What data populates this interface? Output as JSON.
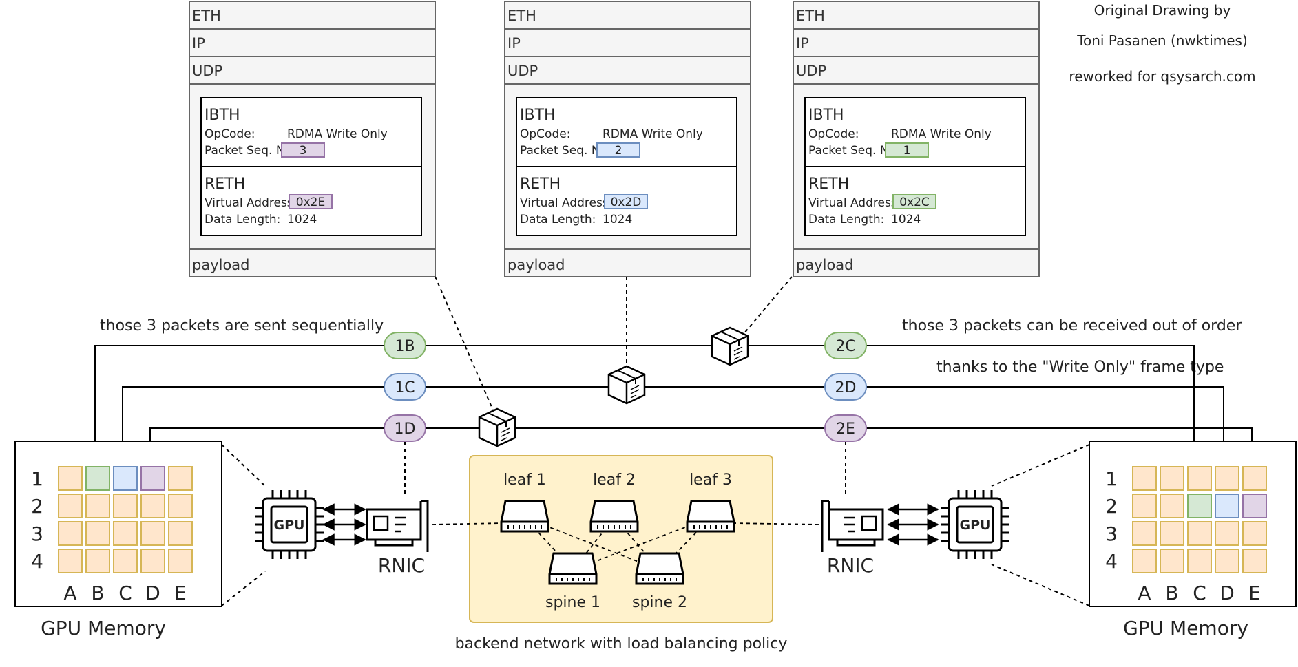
{
  "credit": {
    "line1": "Original Drawing by",
    "line2": "Toni Pasanen (nwktimes)",
    "line3": "reworked for qsysarch.com"
  },
  "packets": [
    {
      "eth": "ETH",
      "ip": "IP",
      "udp": "UDP",
      "ibth_title": "IBTH",
      "opcode_label": "OpCode:",
      "opcode_value": "RDMA Write Only",
      "psn_label": "Packet Seq. No:",
      "psn_value": "3",
      "reth_title": "RETH",
      "va_label": "Virtual Address:",
      "va_value": "0x2E",
      "dl_label": "Data Length:",
      "dl_value": "1024",
      "payload": "payload",
      "color": "#e1d5e7",
      "stroke": "#9673a6"
    },
    {
      "eth": "ETH",
      "ip": "IP",
      "udp": "UDP",
      "ibth_title": "IBTH",
      "opcode_label": "OpCode:",
      "opcode_value": "RDMA Write Only",
      "psn_label": "Packet Seq. No:",
      "psn_value": "2",
      "reth_title": "RETH",
      "va_label": "Virtual Address:",
      "va_value": "0x2D",
      "dl_label": "Data Length:",
      "dl_value": "1024",
      "payload": "payload",
      "color": "#dae8fc",
      "stroke": "#6c8ebf"
    },
    {
      "eth": "ETH",
      "ip": "IP",
      "udp": "UDP",
      "ibth_title": "IBTH",
      "opcode_label": "OpCode:",
      "opcode_value": "RDMA Write Only",
      "psn_label": "Packet Seq. No:",
      "psn_value": "1",
      "reth_title": "RETH",
      "va_label": "Virtual Address:",
      "va_value": "0x2C",
      "dl_label": "Data Length:",
      "dl_value": "1024",
      "payload": "payload",
      "color": "#d5e8d4",
      "stroke": "#82b366"
    }
  ],
  "notes": {
    "sent": "those 3 packets are sent sequentially",
    "received": "those 3 packets can be received out of order",
    "write_only": "thanks to the \"Write Only\" frame type"
  },
  "flows": {
    "left": [
      {
        "label": "1B",
        "color": "#d5e8d4",
        "stroke": "#82b366"
      },
      {
        "label": "1C",
        "color": "#dae8fc",
        "stroke": "#6c8ebf"
      },
      {
        "label": "1D",
        "color": "#e1d5e7",
        "stroke": "#9673a6"
      }
    ],
    "right": [
      {
        "label": "2C",
        "color": "#d5e8d4",
        "stroke": "#82b366"
      },
      {
        "label": "2D",
        "color": "#dae8fc",
        "stroke": "#6c8ebf"
      },
      {
        "label": "2E",
        "color": "#e1d5e7",
        "stroke": "#9673a6"
      }
    ]
  },
  "memory": {
    "left": {
      "caption": "GPU Memory",
      "rows": [
        "1",
        "2",
        "3",
        "4"
      ],
      "cols": [
        "A",
        "B",
        "C",
        "D",
        "E"
      ],
      "highlight": [
        {
          "row": 0,
          "col": 1,
          "color": "#d5e8d4",
          "stroke": "#82b366"
        },
        {
          "row": 0,
          "col": 2,
          "color": "#dae8fc",
          "stroke": "#6c8ebf"
        },
        {
          "row": 0,
          "col": 3,
          "color": "#e1d5e7",
          "stroke": "#9673a6"
        }
      ]
    },
    "right": {
      "caption": "GPU Memory",
      "rows": [
        "1",
        "2",
        "3",
        "4"
      ],
      "cols": [
        "A",
        "B",
        "C",
        "D",
        "E"
      ],
      "highlight": [
        {
          "row": 1,
          "col": 2,
          "color": "#d5e8d4",
          "stroke": "#82b366"
        },
        {
          "row": 1,
          "col": 3,
          "color": "#dae8fc",
          "stroke": "#6c8ebf"
        },
        {
          "row": 1,
          "col": 4,
          "color": "#e1d5e7",
          "stroke": "#9673a6"
        }
      ]
    },
    "cell_color": "#ffe6cc",
    "cell_stroke": "#d6b656"
  },
  "gpu_label": "GPU",
  "rnic_left": "RNIC",
  "rnic_right": "RNIC",
  "network": {
    "caption": "backend network with load balancing policy",
    "leaves": [
      "leaf 1",
      "leaf 2",
      "leaf 3"
    ],
    "spines": [
      "spine 1",
      "spine 2"
    ],
    "fill": "#fff2cc",
    "stroke": "#d6b656"
  }
}
